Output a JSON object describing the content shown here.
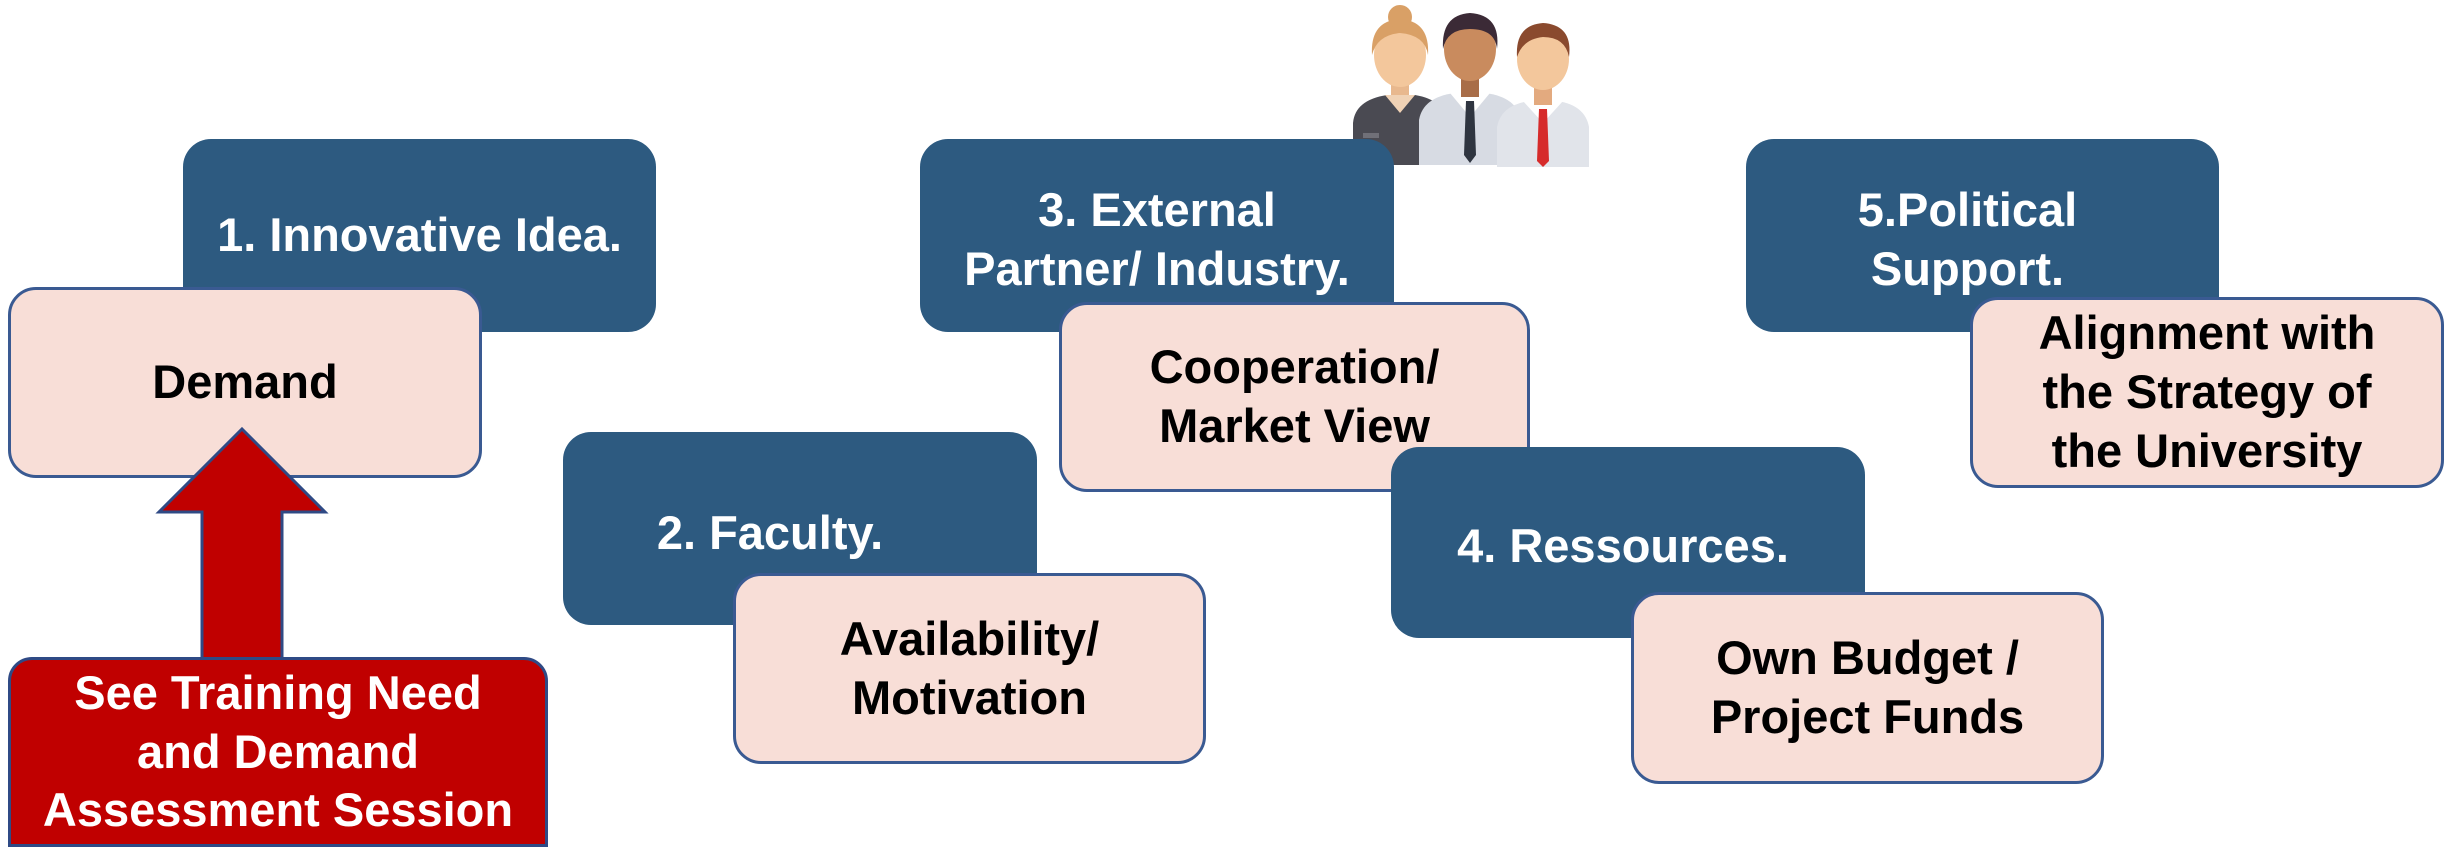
{
  "colors": {
    "factor_box": "#2d5a80",
    "detail_box": "#f8ded7",
    "detail_border": "#3a5a92",
    "callout_box": "#c00000",
    "arrow_fill": "#c00000"
  },
  "factors": [
    {
      "title": "1. Innovative  Idea.",
      "detail": "Demand"
    },
    {
      "title": "2. Faculty.",
      "detail": "Availability/\nMotivation"
    },
    {
      "title": "3. External\nPartner/ Industry.",
      "detail": "Cooperation/\nMarket View"
    },
    {
      "title": "4. Ressources.",
      "detail": "Own Budget /\nProject Funds"
    },
    {
      "title": "5.Political\nSupport.",
      "detail": "Alignment  with\nthe Strategy of\nthe University"
    }
  ],
  "callout": {
    "text": "See Training Need\nand Demand\nAssessment  Session"
  },
  "icons": {
    "people": "people-group-icon",
    "arrow": "up-arrow"
  }
}
